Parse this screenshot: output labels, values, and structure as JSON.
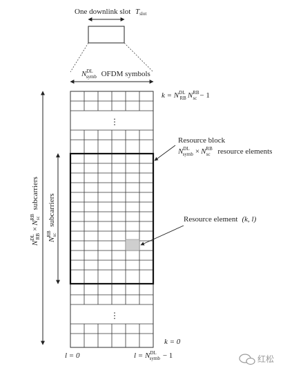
{
  "diagram": {
    "slot_label_prefix": "One downlink slot",
    "slot_symbol": "T",
    "slot_subscript": "slot",
    "ofdm_label": "OFDM symbols",
    "n_sym": "N",
    "n_sym_sup": "DL",
    "n_sym_sub": "symb",
    "top_index_label": "k = N",
    "top_index_sup1": "DL",
    "top_index_sub1": "RB",
    "top_index_mid": "N",
    "top_index_sup2": "RB",
    "top_index_sub2": "sc",
    "top_index_tail": "− 1",
    "rb_title": "Resource block",
    "rb_elements_suffix": "resource elements",
    "re_label": "Resource element",
    "re_coords": "(k, l)",
    "left_outer_label": "subcarriers",
    "left_inner_label": "subcarriers",
    "bottom_k0": "k = 0",
    "bottom_l0": "l = 0",
    "bottom_lmax_prefix": "l = N",
    "bottom_lmax_tail": "− 1",
    "ellipsis": "⋮",
    "watermark": "红松",
    "watermark_icon": "chat-bubble-icon"
  }
}
